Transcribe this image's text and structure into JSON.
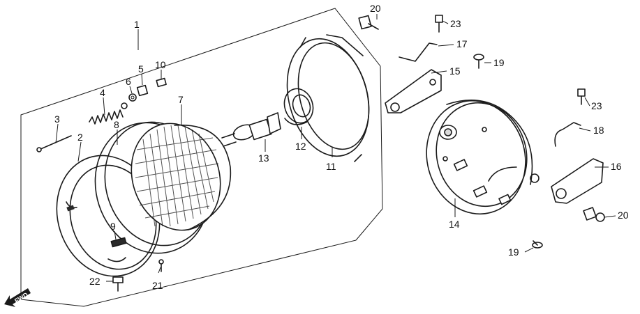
{
  "diagram": {
    "part_labels": [
      {
        "id": "p1",
        "text": "1"
      },
      {
        "id": "p2",
        "text": "2"
      },
      {
        "id": "p3",
        "text": "3"
      },
      {
        "id": "p4",
        "text": "4"
      },
      {
        "id": "p5",
        "text": "5"
      },
      {
        "id": "p6",
        "text": "6"
      },
      {
        "id": "p7",
        "text": "7"
      },
      {
        "id": "p8",
        "text": "8"
      },
      {
        "id": "p9",
        "text": "9"
      },
      {
        "id": "p10",
        "text": "10"
      },
      {
        "id": "p11",
        "text": "11"
      },
      {
        "id": "p12",
        "text": "12"
      },
      {
        "id": "p13",
        "text": "13"
      },
      {
        "id": "p14",
        "text": "14"
      },
      {
        "id": "p15",
        "text": "15"
      },
      {
        "id": "p16",
        "text": "16"
      },
      {
        "id": "p17",
        "text": "17"
      },
      {
        "id": "p18",
        "text": "18"
      },
      {
        "id": "p19a",
        "text": "19"
      },
      {
        "id": "p19b",
        "text": "19"
      },
      {
        "id": "p20a",
        "text": "20"
      },
      {
        "id": "p20b",
        "text": "20"
      },
      {
        "id": "p21",
        "text": "21"
      },
      {
        "id": "p22",
        "text": "22"
      },
      {
        "id": "p23a",
        "text": "23"
      },
      {
        "id": "p23b",
        "text": "23"
      }
    ],
    "direction_marker": {
      "text": "FWD",
      "icon": "arrow-icon"
    }
  }
}
